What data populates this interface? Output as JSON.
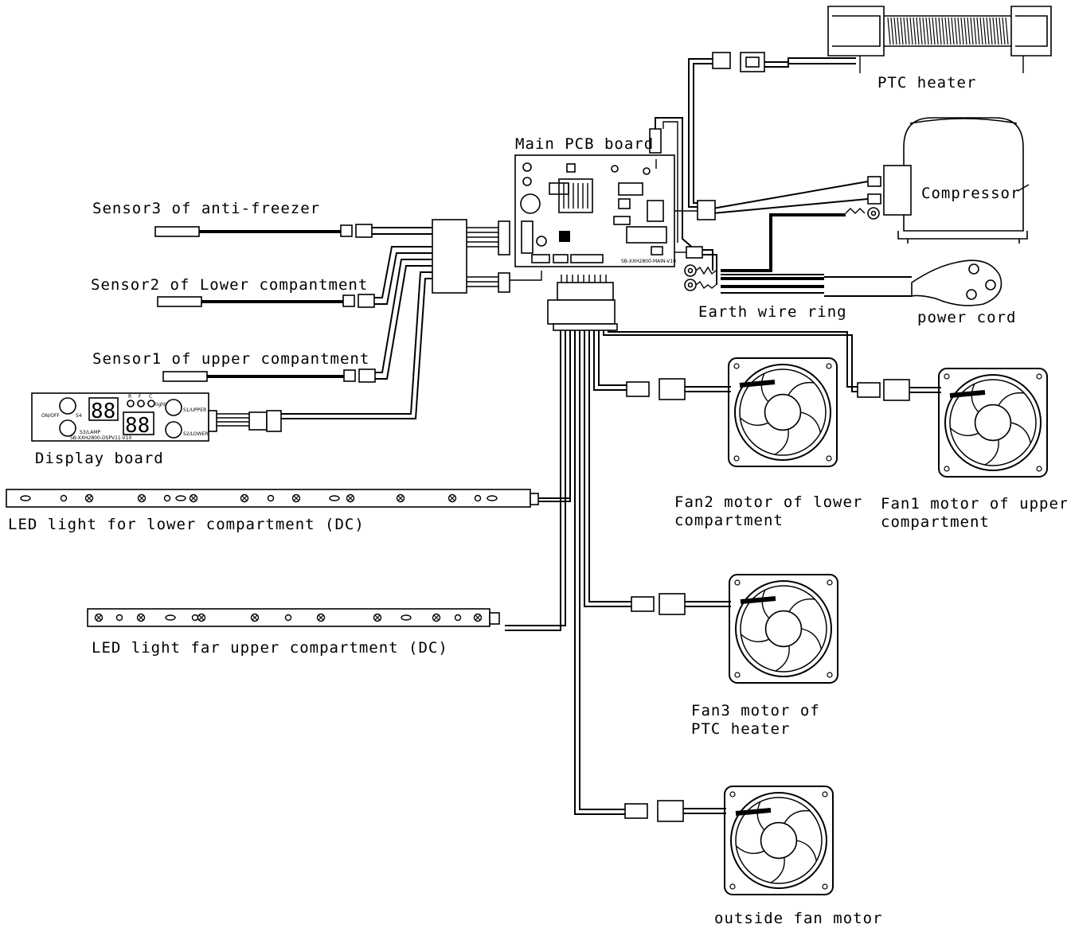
{
  "labels": {
    "main_pcb": "Main PCB board",
    "ptc_heater": "PTC heater",
    "compressor": "Compressor",
    "earth_wire": "Earth wire ring",
    "power_cord": "power cord",
    "sensor3": "Sensor3 of anti-freezer",
    "sensor2": "Sensor2 of Lower compantment",
    "sensor1": "Sensor1 of upper compantment",
    "display_board": "Display board",
    "led_lower": "LED light for lower compartment  (DC)",
    "led_upper": "LED light far upper compartment  (DC)",
    "fan2_line1": "Fan2 motor of lower",
    "fan2_line2": "compartment",
    "fan1_line1": "Fan1 motor of upper",
    "fan1_line2": "compartment",
    "fan3_line1": "Fan3 motor of",
    "fan3_line2": "PTC heater",
    "outside_fan": "outside fan motor"
  },
  "display_panel": {
    "on_off": "ON/OFF",
    "s4": "S4",
    "s3_lamp": "S3/LAMP",
    "s1_upper": "S1/UPPER",
    "s2_lower": "S2/LOWER",
    "light": "light",
    "digits": "88",
    "led_r": "R",
    "led_f": "F",
    "led_c": "C",
    "part_no": "SB-XXH2800-DSPV11-V10"
  }
}
